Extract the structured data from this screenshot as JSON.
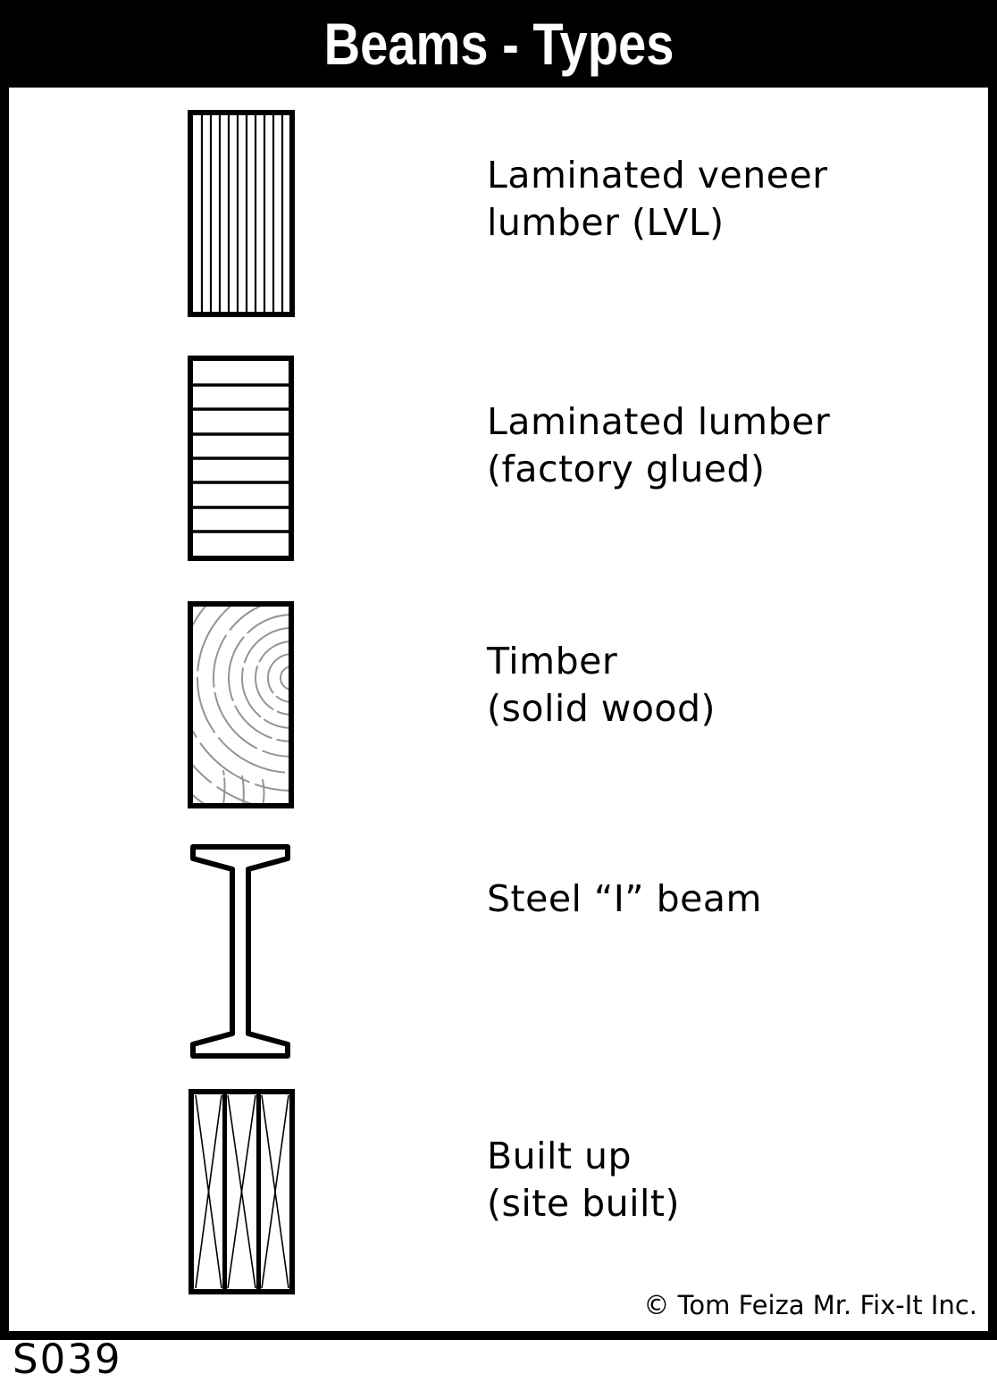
{
  "header": {
    "title": "Beams - Types"
  },
  "beams": {
    "items": [
      {
        "label_line1": "Laminated veneer",
        "label_line2": "lumber (LVL)",
        "icon": "lvl-beam-cross-section-icon"
      },
      {
        "label_line1": "Laminated lumber",
        "label_line2": "(factory glued)",
        "icon": "laminated-lumber-cross-section-icon"
      },
      {
        "label_line1": "Timber",
        "label_line2": "(solid wood)",
        "icon": "timber-cross-section-icon"
      },
      {
        "label_line1": "Steel “I” beam",
        "label_line2": "",
        "icon": "steel-i-beam-cross-section-icon"
      },
      {
        "label_line1": "Built up",
        "label_line2": "(site built)",
        "icon": "built-up-beam-cross-section-icon"
      }
    ]
  },
  "footer": {
    "copyright": "© Tom Feiza Mr. Fix-It Inc.",
    "code": "S039"
  },
  "colors": {
    "ink": "#000000",
    "paper": "#ffffff",
    "grain": "#949494"
  }
}
